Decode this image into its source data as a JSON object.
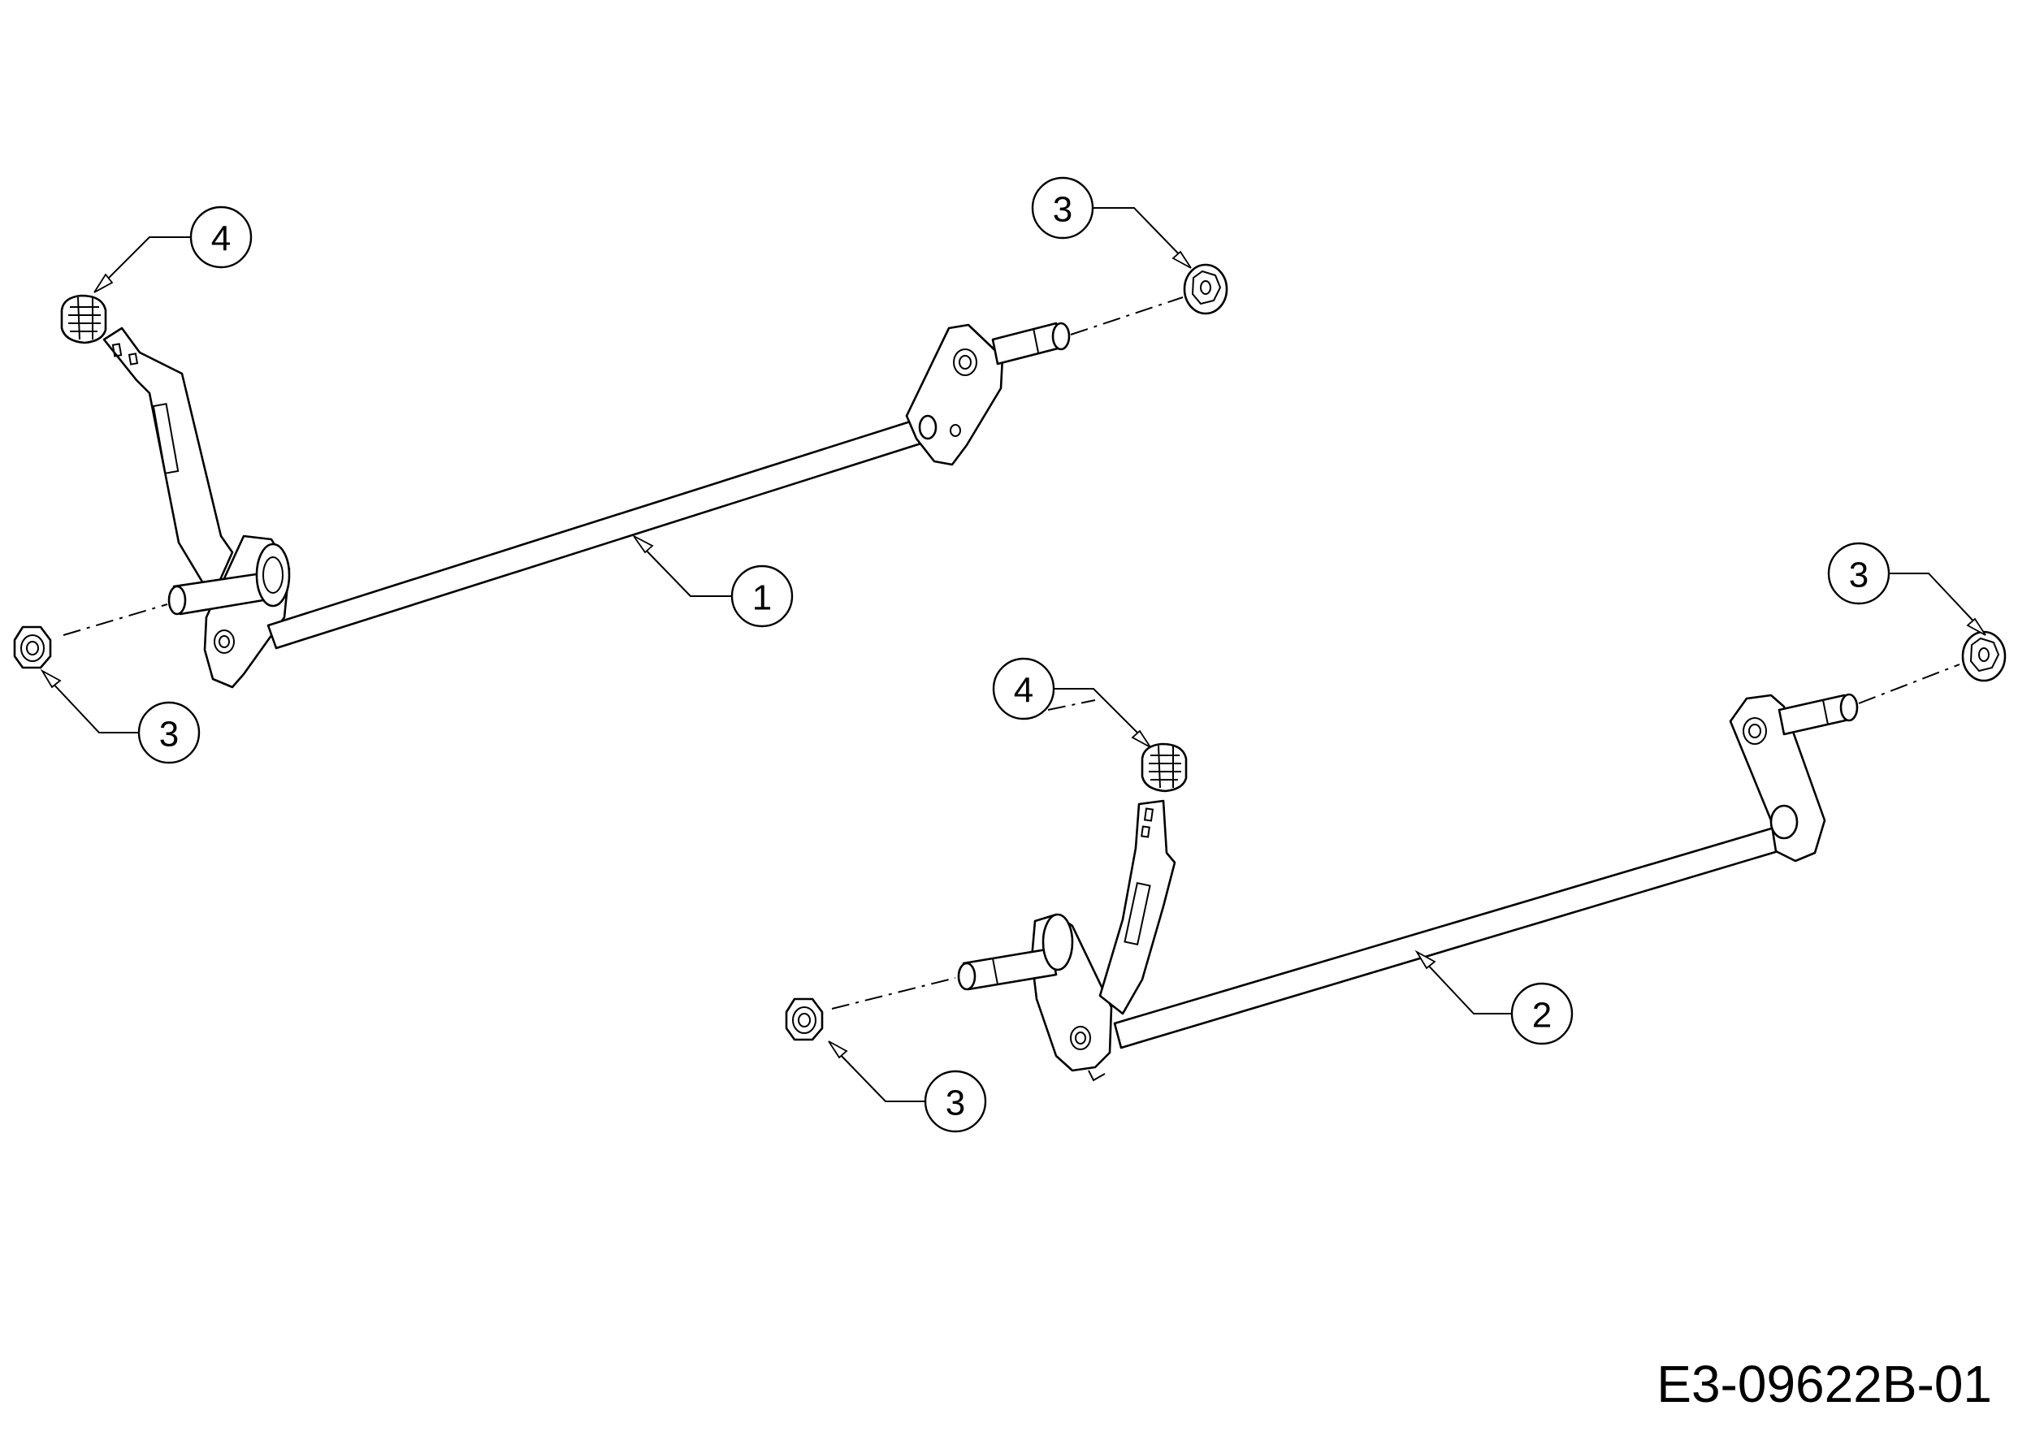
{
  "callouts": {
    "c1": "1",
    "c2": "2",
    "c3_top_right": "3",
    "c3_left": "3",
    "c3_far_right": "3",
    "c3_bottom": "3",
    "c4_left": "4",
    "c4_middle": "4"
  },
  "drawing_code": "E3-09622B-01",
  "colors": {
    "line": "#000000",
    "background": "#ffffff"
  }
}
